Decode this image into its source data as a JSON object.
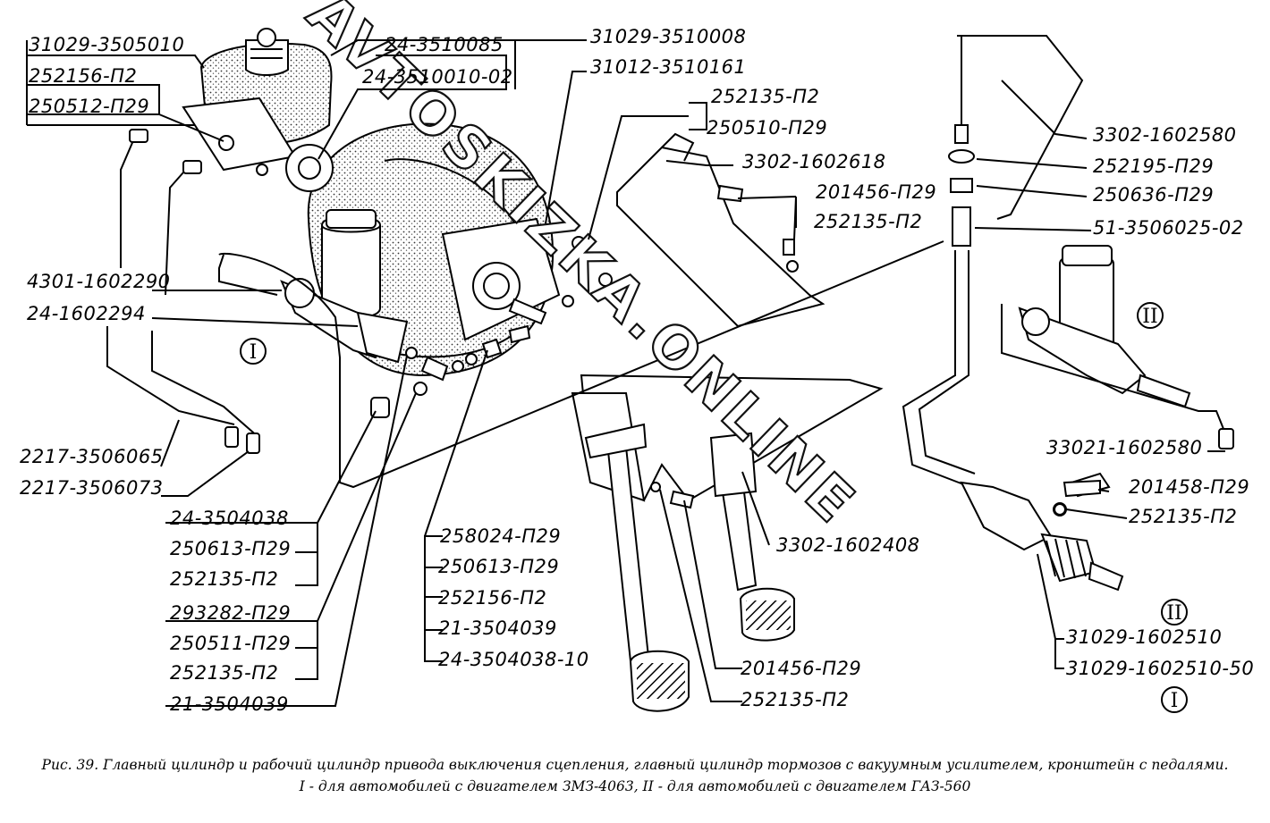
{
  "watermark": "AVTOSKIZKA.ONLINE",
  "caption": {
    "line1": "Рис. 39. Главный цилиндр и рабочий цилиндр привода выключения сцепления, главный цилиндр тормозов с вакуумным усилителем, кронштейн с педалями.",
    "line2": "I - для автомобилей с двигателем ЗМЗ-4063, II - для автомобилей с двигателем ГАЗ-560"
  },
  "variant_marks": {
    "i": "I",
    "ii": "II"
  },
  "labels": [
    {
      "id": "l01",
      "text": "31029-3505010"
    },
    {
      "id": "l02",
      "text": "24-3510085"
    },
    {
      "id": "l03",
      "text": "24-3510010-02"
    },
    {
      "id": "l04",
      "text": "31029-3510008"
    },
    {
      "id": "l05",
      "text": "31012-3510161"
    },
    {
      "id": "l06",
      "text": "252156-П2"
    },
    {
      "id": "l07",
      "text": "250512-П29"
    },
    {
      "id": "l08",
      "text": "252135-П2"
    },
    {
      "id": "l09",
      "text": "250510-П29"
    },
    {
      "id": "l10",
      "text": "3302-1602618"
    },
    {
      "id": "l11",
      "text": "201456-П29"
    },
    {
      "id": "l12",
      "text": "252135-П2"
    },
    {
      "id": "l13",
      "text": "3302-1602580"
    },
    {
      "id": "l14",
      "text": "252195-П29"
    },
    {
      "id": "l15",
      "text": "250636-П29"
    },
    {
      "id": "l16",
      "text": "51-3506025-02"
    },
    {
      "id": "l17",
      "text": "4301-1602290"
    },
    {
      "id": "l18",
      "text": "24-1602294"
    },
    {
      "id": "l19",
      "text": "33021-1602580"
    },
    {
      "id": "l20",
      "text": "201458-П29"
    },
    {
      "id": "l21",
      "text": "252135-П2"
    },
    {
      "id": "l22",
      "text": "2217-3506065"
    },
    {
      "id": "l23",
      "text": "2217-3506073"
    },
    {
      "id": "l24",
      "text": "24-3504038"
    },
    {
      "id": "l25",
      "text": "250613-П29"
    },
    {
      "id": "l26",
      "text": "252135-П2"
    },
    {
      "id": "l27",
      "text": "293282-П29"
    },
    {
      "id": "l28",
      "text": "250511-П29"
    },
    {
      "id": "l29",
      "text": "252135-П2"
    },
    {
      "id": "l30",
      "text": "21-3504039"
    },
    {
      "id": "l31",
      "text": "258024-П29"
    },
    {
      "id": "l32",
      "text": "250613-П29"
    },
    {
      "id": "l33",
      "text": "252156-П2"
    },
    {
      "id": "l34",
      "text": "21-3504039"
    },
    {
      "id": "l35",
      "text": "24-3504038-10"
    },
    {
      "id": "l36",
      "text": "3302-1602408"
    },
    {
      "id": "l37",
      "text": "201456-П29"
    },
    {
      "id": "l38",
      "text": "252135-П2"
    },
    {
      "id": "l39",
      "text": "31029-1602510"
    },
    {
      "id": "l40",
      "text": "31029-1602510-50"
    }
  ]
}
